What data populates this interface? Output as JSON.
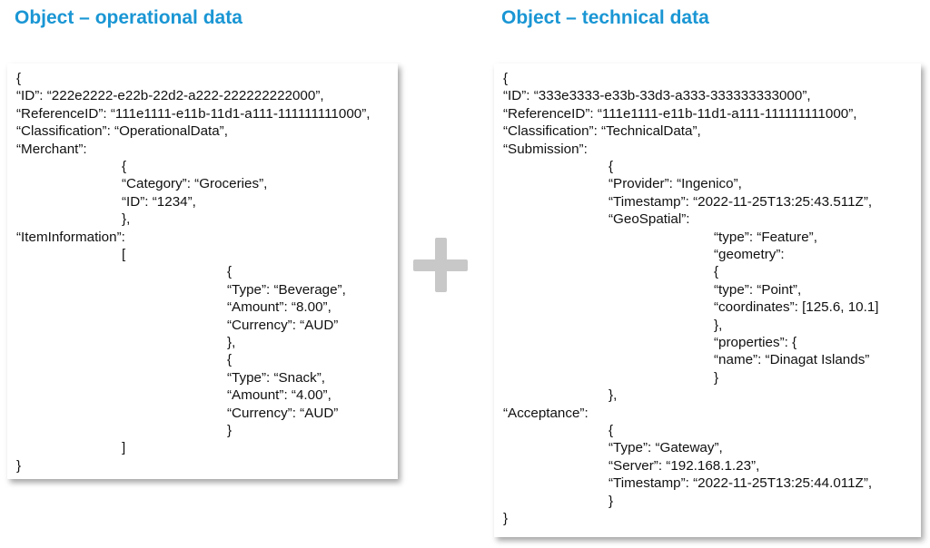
{
  "left": {
    "title": "Object – operational data",
    "lines": [
      {
        "indent": 0,
        "text": "{"
      },
      {
        "indent": 0,
        "text": "“ID”: “222e2222-e22b-22d2-a222-222222222000”,"
      },
      {
        "indent": 0,
        "text": "“ReferenceID”: “111e1111-e11b-11d1-a111-111111111000”,"
      },
      {
        "indent": 0,
        "text": "“Classification”: “OperationalData”,"
      },
      {
        "indent": 0,
        "text": "“Merchant”:"
      },
      {
        "indent": 1,
        "text": "{"
      },
      {
        "indent": 1,
        "text": "“Category”: “Groceries”,"
      },
      {
        "indent": 1,
        "text": "“ID”: “1234”,"
      },
      {
        "indent": 1,
        "text": "},"
      },
      {
        "indent": 0,
        "text": "“ItemInformation”:"
      },
      {
        "indent": 1,
        "text": "["
      },
      {
        "indent": 2,
        "text": "{"
      },
      {
        "indent": 2,
        "text": "“Type”: “Beverage”,"
      },
      {
        "indent": 2,
        "text": "“Amount”: “8.00”,"
      },
      {
        "indent": 2,
        "text": "“Currency”: “AUD”"
      },
      {
        "indent": 2,
        "text": "},"
      },
      {
        "indent": 2,
        "text": "{"
      },
      {
        "indent": 2,
        "text": "“Type”: “Snack”,"
      },
      {
        "indent": 2,
        "text": "“Amount”: “4.00”,"
      },
      {
        "indent": 2,
        "text": "“Currency”: “AUD”"
      },
      {
        "indent": 2,
        "text": "}"
      },
      {
        "indent": 1,
        "text": "]"
      },
      {
        "indent": 0,
        "text": "}"
      }
    ]
  },
  "right": {
    "title": "Object – technical data",
    "lines": [
      {
        "indent": 0,
        "text": "{"
      },
      {
        "indent": 0,
        "text": "“ID”: “333e3333-e33b-33d3-a333-333333333000”,"
      },
      {
        "indent": 0,
        "text": "“ReferenceID”: “111e1111-e11b-11d1-a111-111111111000”,"
      },
      {
        "indent": 0,
        "text": "“Classification”: “TechnicalData”,"
      },
      {
        "indent": 0,
        "text": "“Submission”:"
      },
      {
        "indent": 1,
        "text": "{"
      },
      {
        "indent": 1,
        "text": "“Provider”: “Ingenico”,"
      },
      {
        "indent": 1,
        "text": "“Timestamp”: “2022-11-25T13:25:43.511Z”,"
      },
      {
        "indent": 1,
        "text": "“GeoSpatial”:"
      },
      {
        "indent": 2,
        "text": "“type”: “Feature”,"
      },
      {
        "indent": 2,
        "text": " “geometry”:"
      },
      {
        "indent": 2,
        "text": "{"
      },
      {
        "indent": 2,
        "text": "“type”: “Point”,"
      },
      {
        "indent": 2,
        "text": "“coordinates”: [125.6, 10.1]"
      },
      {
        "indent": 2,
        "text": "},"
      },
      {
        "indent": 2,
        "text": "“properties”: {"
      },
      {
        "indent": 2,
        "text": "“name”: “Dinagat Islands”"
      },
      {
        "indent": 2,
        "text": "}"
      },
      {
        "indent": 1,
        "text": "},"
      },
      {
        "indent": 0,
        "text": "“Acceptance”:"
      },
      {
        "indent": 1,
        "text": "{"
      },
      {
        "indent": 1,
        "text": "“Type”: “Gateway”,"
      },
      {
        "indent": 1,
        "text": "“Server”: “192.168.1.23”,"
      },
      {
        "indent": 1,
        "text": "“Timestamp”: “2022-11-25T13:25:44.011Z”,"
      },
      {
        "indent": 1,
        "text": "}"
      },
      {
        "indent": 0,
        "text": "}"
      }
    ]
  },
  "colors": {
    "title": "#1a96d4",
    "text": "#111111",
    "plus": "#c8c8c8"
  },
  "icons": {
    "plus": "plus-icon"
  }
}
